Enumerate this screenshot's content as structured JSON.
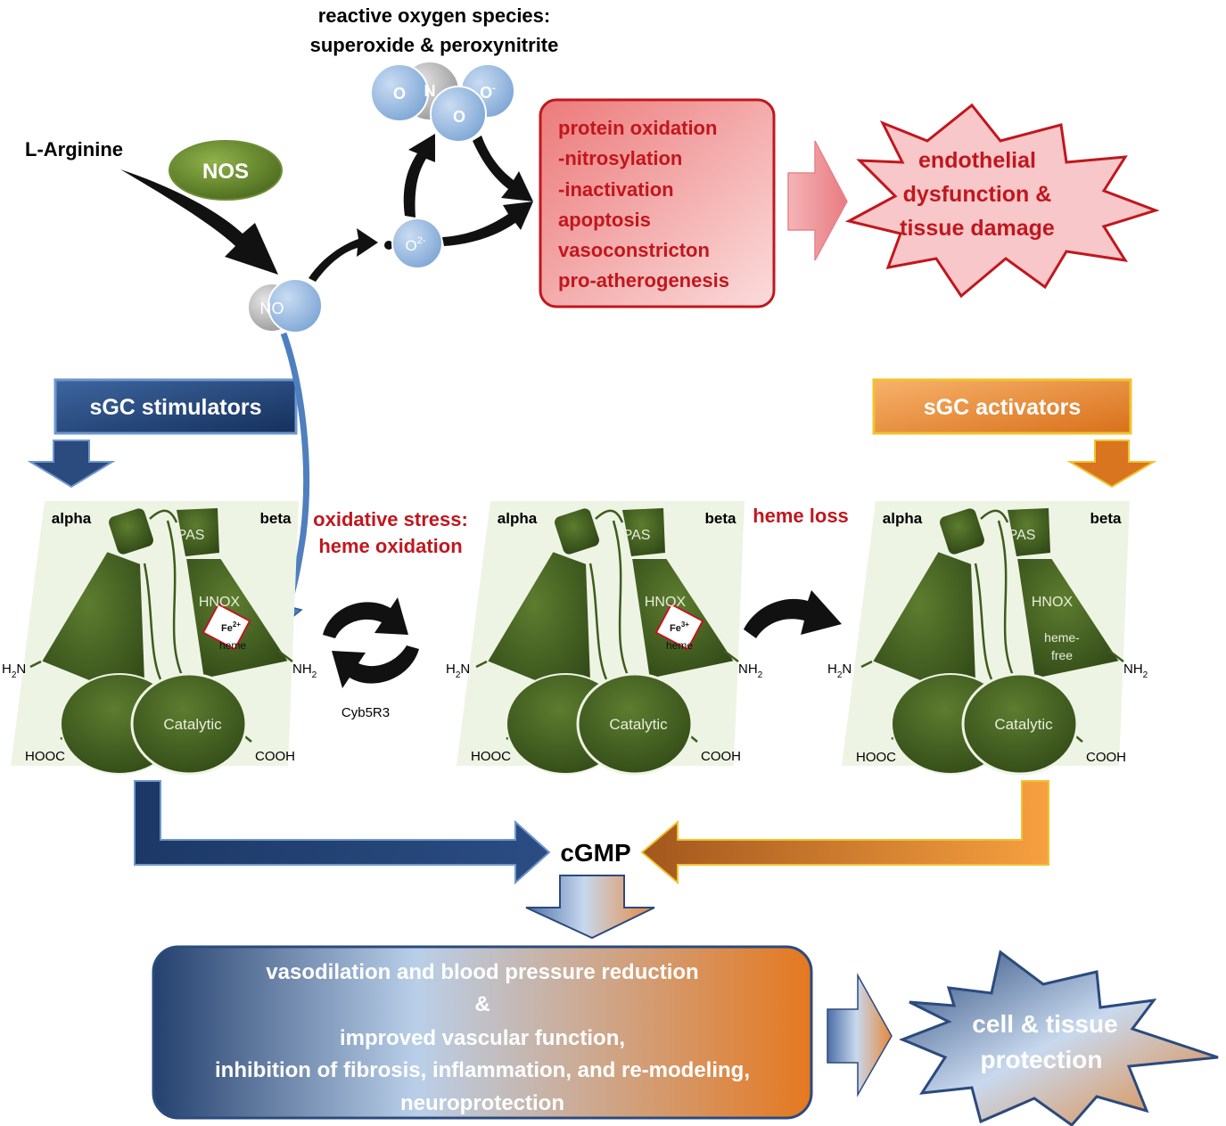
{
  "ros": {
    "title_line1": "reactive oxygen species:",
    "title_line2": "superoxide & peroxynitrite",
    "atom_o1": "O",
    "atom_n": "N",
    "atom_o2": "O",
    "atom_o_minus": "O",
    "minus_sup": "-",
    "superoxide": "O",
    "superoxide_sup": "2-"
  },
  "l_arginine": "L-Arginine",
  "nos": "NOS",
  "no_molecule": "NO",
  "damage_box": {
    "lines": [
      "protein oxidation",
      "-nitrosylation",
      "-inactivation",
      "apoptosis",
      "vasoconstricton",
      "pro-atherogenesis"
    ]
  },
  "damage_burst": {
    "lines": [
      "endothelial",
      "dysfunction &",
      "tissue damage"
    ]
  },
  "stimulators": "sGC stimulators",
  "activators": "sGC activators",
  "oxidative_stress": {
    "line1": "oxidative  stress:",
    "line2": "heme oxidation"
  },
  "heme_loss": "heme loss",
  "cyb5r3": "Cyb5R3",
  "sgc": {
    "alpha": "alpha",
    "beta": "beta",
    "pas": "PAS",
    "hnox": "HNOX",
    "catalytic": "Catalytic",
    "h2n": "H",
    "h2n_sub": "2",
    "h2n_n": "N",
    "nh2": "NH",
    "nh2_sub": "2",
    "hooc": "HOOC",
    "cooh": "COOH",
    "fe2": "Fe",
    "fe2_sup": "2+",
    "fe3": "Fe",
    "fe3_sup": "3+",
    "heme": "heme",
    "heme_free_1": "heme-",
    "heme_free_2": "free"
  },
  "cgmp": "cGMP",
  "effects_box": {
    "lines": [
      "vasodilation  and blood pressure reduction",
      "&",
      "improved vascular function,",
      "inhibition of fibrosis, inflammation, and re-modeling,",
      "neuroprotection"
    ]
  },
  "protection_burst": {
    "lines": [
      "cell & tissue",
      "protection"
    ]
  },
  "colors": {
    "red_text": "#c0171e",
    "navy": "#1c3766",
    "orange": "#e8861e",
    "olive": "#3f5b1d",
    "panel": "#eef4e4"
  }
}
